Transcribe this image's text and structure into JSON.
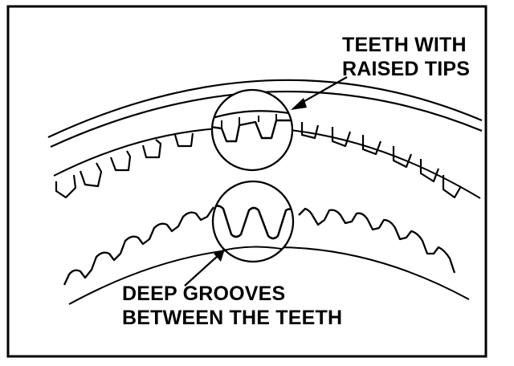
{
  "diagram": {
    "callouts": {
      "top": {
        "line1": "TEETH WITH",
        "line2": "RAISED TIPS"
      },
      "bottom": {
        "line1": "DEEP GROOVES",
        "line2": "BETWEEN THE TEETH"
      }
    },
    "colors": {
      "ink": "#000000",
      "paper": "#ffffff"
    }
  }
}
